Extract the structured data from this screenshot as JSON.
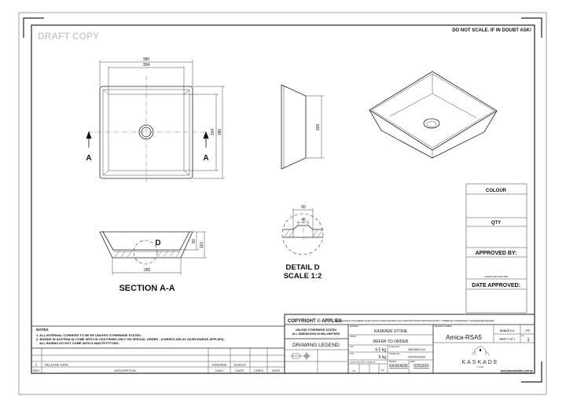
{
  "watermark": "DRAFT COPY",
  "header_note": "DO NOT SCALE. IF IN DOUBT ASK!",
  "plan_view": {
    "dim_outer_w": "380",
    "dim_inner_w": "304",
    "dim_inner_h": "304",
    "dim_outer_h": "380",
    "section_mark_left": "A",
    "section_mark_right": "A"
  },
  "side_view": {
    "dim_height": "300"
  },
  "section": {
    "title": "SECTION A-A",
    "detail_mark": "D",
    "dim_base": "280",
    "dim_depth": "90",
    "dim_height": "110"
  },
  "detail": {
    "title": "DETAIL D",
    "scale": "SCALE 1:2",
    "dim_outer": "65",
    "dim_inner": "45"
  },
  "approval_panel": {
    "colour": "COLOUR",
    "qty": "QTY",
    "approved_by": "APPROVED BY:",
    "name_signature": "NAME & SIGNATURE",
    "date_approved": "DATE APPROVED:"
  },
  "notes": {
    "title": "NOTES",
    "lines": [
      "1. ALL INTERNAL CORNERS TO BE R5 UNLESS OTHERWISE STATED.",
      "2. BASINS IN AUSTRALIA COME WITH GLOSS FINISH ONLY ON SPECIAL ORDER - 8 WEEKS DELAY (SURCHARGE APPLIES).",
      "ALL BASINS DO NOT COME WITH A WASTE FITTING."
    ]
  },
  "revision_table": {
    "headers": [
      "REV",
      "DESCRIPTION",
      "DWG",
      "DATE",
      "CHK'D",
      "DATE"
    ],
    "rows": [
      {
        "rev": "1",
        "description": "RELEASE DATE.",
        "dwg": "KASKADE",
        "date": "02/03/15"
      }
    ]
  },
  "title_block": {
    "copyright": "COPYRIGHT © APPLIES",
    "copyright_notice": "DUPLICATION OF THIS DRAWING OR ANY SPECIFIC DESIGN FEATURES IS NOT PERMITTED WITHOUT WRITTEN AUTHORITY. 'COMMERCIAL CONFIDENTIALITY' IS ASSUMED AND REQUIRED.",
    "units_note_1": "UNLESS OTHERWISE STATED",
    "units_note_2": "ALL DIMENSIONS IN MILLIMETERS",
    "drawing_legend": "DRAWING LEGEND",
    "material_label": "MATERIAL",
    "material": "KASKADE STONE",
    "finish_label": "FINISH",
    "finish": "REFER TO ORDER",
    "nw_label": "N.W",
    "nw": "6.5 kg",
    "gw_label": "G.W",
    "gw": "9  kg",
    "product_size_label": "Product Size",
    "product_size": "380X380X110",
    "package_size_label": "Package size",
    "package_size": "420X420X200",
    "tolerances_label": "LINEAR / ANGULAR TOLERANCES",
    "tolerance": "±0",
    "tolerance_angle": "±1°",
    "drawn_by_label": "DRAWN",
    "drawn_by": "KASKADE",
    "date_label": "DATE",
    "date": "02/03/15",
    "drawing_number_label": "DRAWING NUMBER",
    "drawing_number": "Amica-RSA5",
    "scale": "SCALE 1:1",
    "paper": "A4",
    "sheet": "SHEET 1 OF 1",
    "rev_label": "REV",
    "rev": "1",
    "brand": "KASKADE",
    "brand_sub": "STONE",
    "website": "www.kaskadebaths.com.au"
  }
}
